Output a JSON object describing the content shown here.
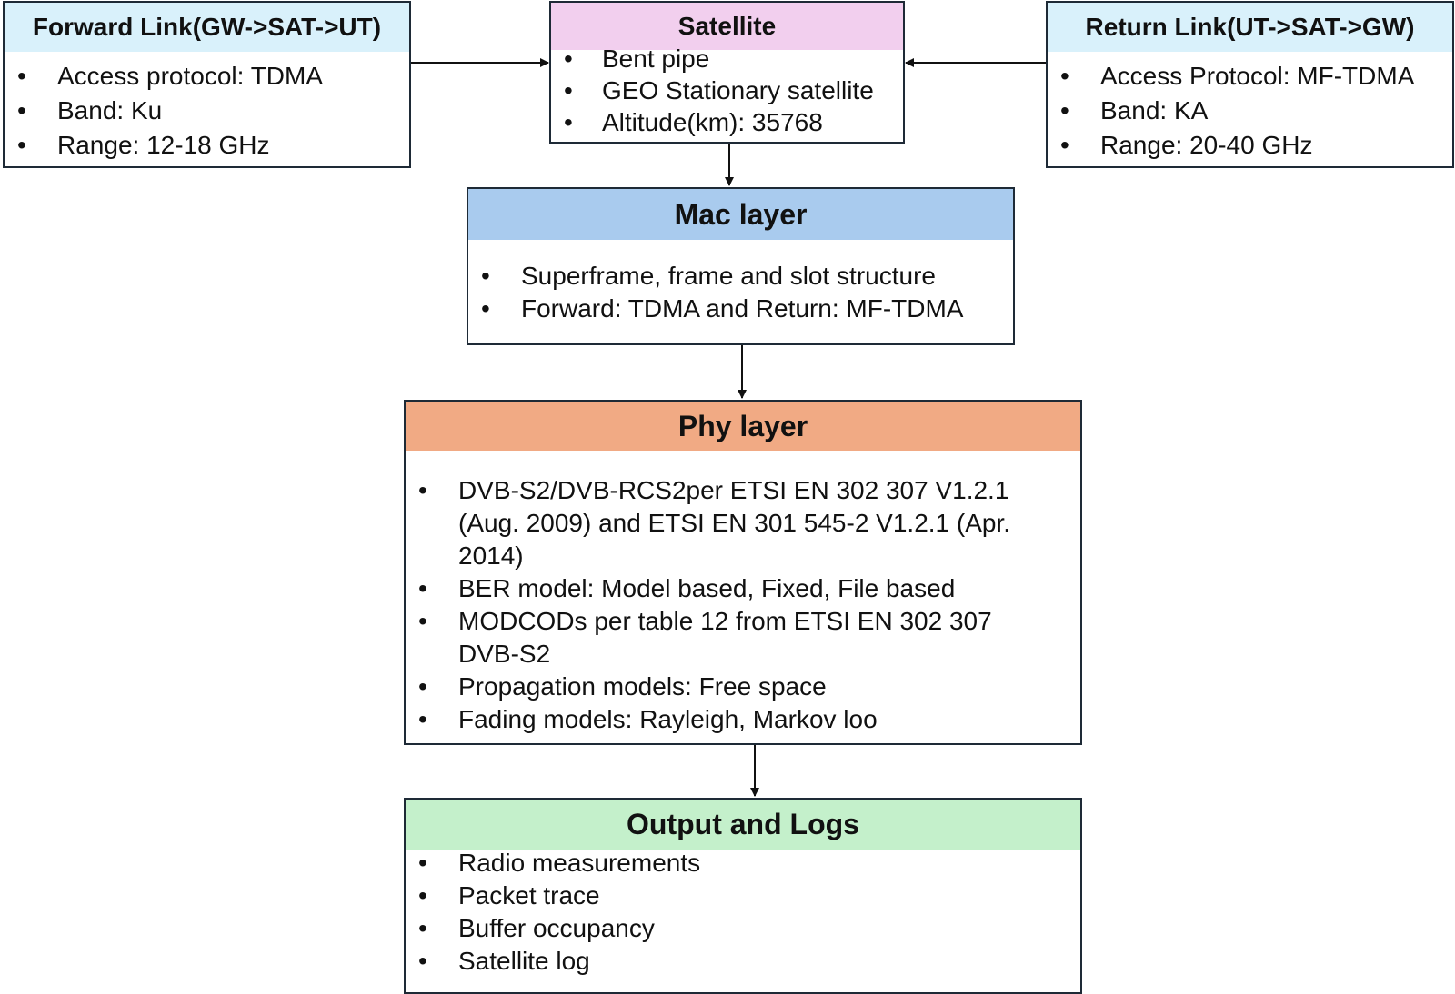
{
  "colors": {
    "forward_header": "#d9f1fb",
    "satellite_header": "#f2cfee",
    "return_header": "#d9f1fb",
    "mac_header": "#a9cbee",
    "phy_header": "#f1aa84",
    "output_header": "#c4f0cb",
    "border": "#1e2a36"
  },
  "forward_link": {
    "title": "Forward Link(GW->SAT->UT)",
    "items": [
      "Access protocol: TDMA",
      "Band: Ku",
      "Range: 12-18 GHz"
    ]
  },
  "satellite": {
    "title": "Satellite",
    "items": [
      "Bent pipe",
      "GEO Stationary satellite",
      "Altitude(km): 35768"
    ]
  },
  "return_link": {
    "title": "Return Link(UT->SAT->GW)",
    "items": [
      "Access Protocol: MF-TDMA",
      "Band: KA",
      "Range: 20-40 GHz"
    ]
  },
  "mac_layer": {
    "title": "Mac layer",
    "items": [
      "Superframe, frame and slot structure",
      "Forward: TDMA and Return: MF-TDMA"
    ]
  },
  "phy_layer": {
    "title": "Phy layer",
    "items": [
      "DVB-S2/DVB-RCS2per ETSI EN 302 307 V1.2.1 (Aug. 2009) and ETSI EN 301 545-2 V1.2.1 (Apr. 2014)",
      "BER model: Model based, Fixed, File based",
      "MODCODs per table 12 from ETSI EN 302 307 DVB-S2",
      "Propagation models: Free space",
      "Fading models: Rayleigh, Markov loo"
    ]
  },
  "output_logs": {
    "title": "Output and Logs",
    "items": [
      "Radio measurements",
      "Packet trace",
      "Buffer occupancy",
      "Satellite log"
    ]
  }
}
